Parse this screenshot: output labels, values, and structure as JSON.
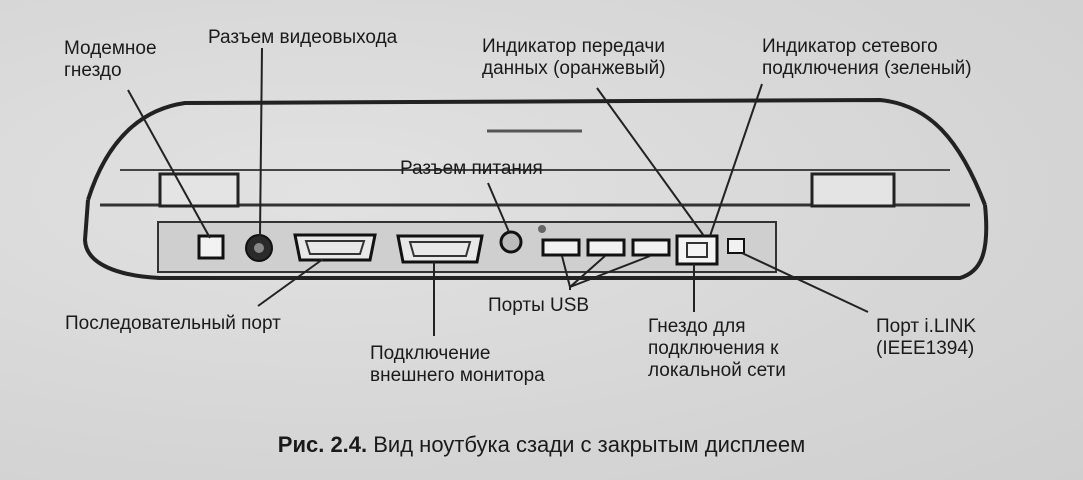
{
  "labels": {
    "modem_jack": "Модемное\nгнездо",
    "video_out": "Разъем видеовыхода",
    "data_indicator": "Индикатор передачи\nданных (оранжевый)",
    "network_indicator": "Индикатор сетевого\nподключения (зеленый)",
    "power_connector": "Разъем питания",
    "serial_port": "Последовательный порт",
    "usb_ports": "Порты USB",
    "external_monitor": "Подключение\nвнешнего монитора",
    "lan_jack": "Гнездо для\nподключения к\nлокальной сети",
    "ilink_port": "Порт i.LINK\n(IEEE1394)"
  },
  "caption": {
    "number": "Рис. 2.4.",
    "text": " Вид ноутбука сзади с закрытым дисплеем"
  }
}
